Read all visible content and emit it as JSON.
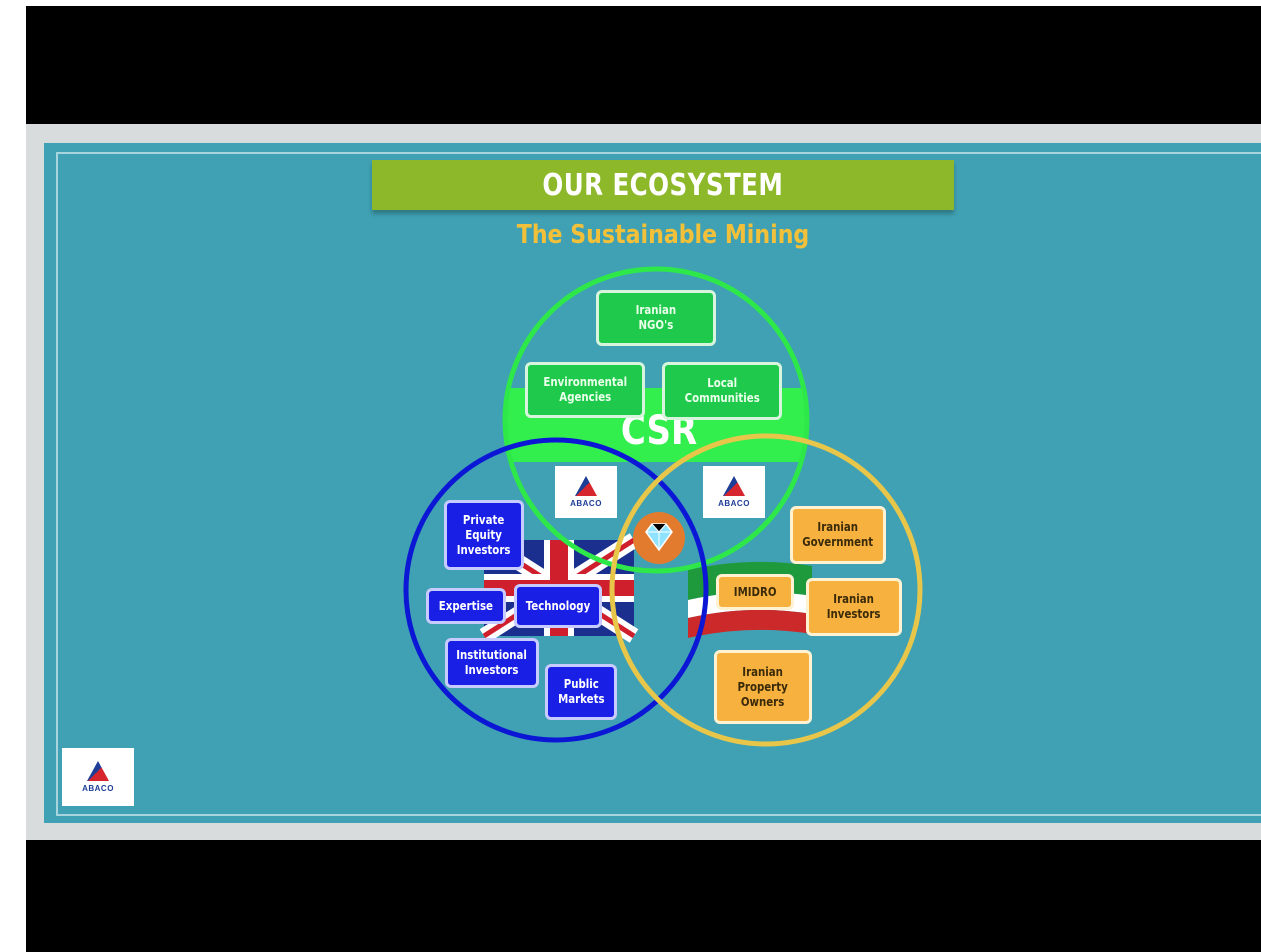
{
  "slide": {
    "title": "OUR ECOSYSTEM",
    "subtitle": "The Sustainable Mining",
    "csr_label": "CSR",
    "logo_text": "ABACO"
  },
  "circles": {
    "csr": {
      "color": "#2ee84a",
      "items": [
        {
          "label": "Iranian\nNGO's"
        },
        {
          "label": "Environmental\nAgencies"
        },
        {
          "label": "Local\nCommunities"
        }
      ]
    },
    "uk": {
      "color": "#0c17d6",
      "items": [
        {
          "label": "Private\nEquity\nInvestors"
        },
        {
          "label": "Expertise"
        },
        {
          "label": "Technology"
        },
        {
          "label": "Institutional\nInvestors"
        },
        {
          "label": "Public\nMarkets"
        }
      ]
    },
    "iran": {
      "color": "#e8c64a",
      "items": [
        {
          "label": "Iranian\nGovernment"
        },
        {
          "label": "IMIDRO"
        },
        {
          "label": "Iranian\nInvestors"
        },
        {
          "label": "Iranian\nProperty\nOwners"
        }
      ]
    }
  },
  "center_icon": "diamond-icon"
}
